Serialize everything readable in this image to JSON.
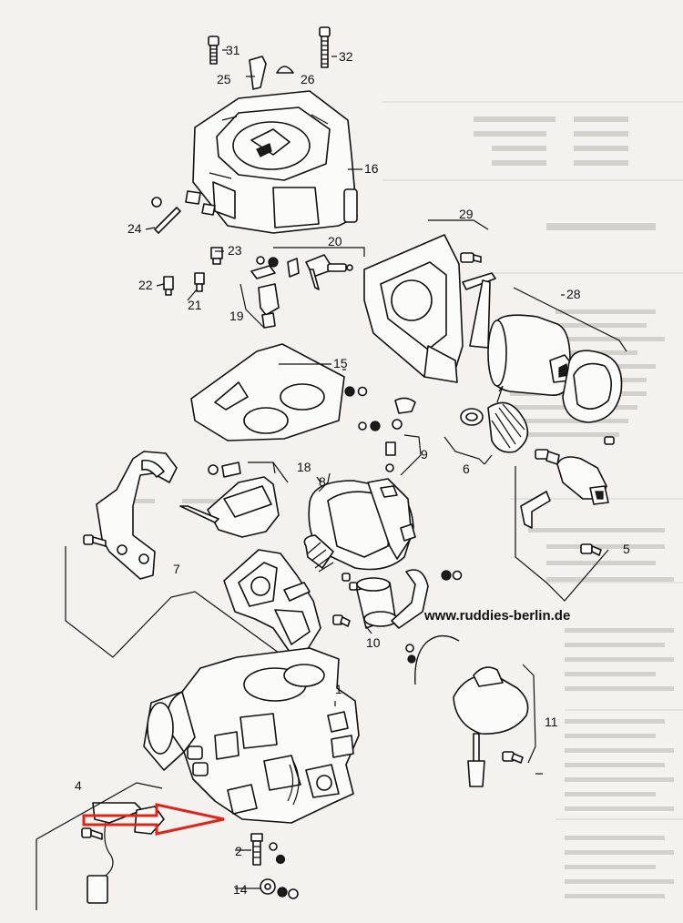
{
  "watermark": "www.ruddies-berlin.de",
  "callouts": [
    "31",
    "32",
    "25",
    "26",
    "16",
    "24",
    "23",
    "20",
    "29",
    "22",
    "21",
    "19",
    "28",
    "15",
    "18",
    "9",
    "8",
    "6",
    "7",
    "5",
    "10",
    "1",
    "11",
    "4",
    "2",
    "14"
  ],
  "colors": {
    "ink": "#111111",
    "paper": "#f3f2ee",
    "arrow": "#e0241b",
    "ghost_text": "#b9b8b3"
  }
}
